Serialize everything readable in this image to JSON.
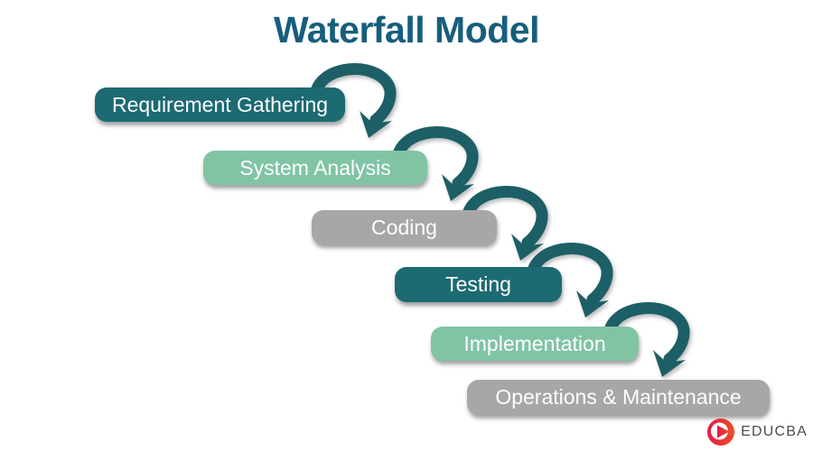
{
  "title": "Waterfall Model",
  "steps": [
    {
      "label": "Requirement Gathering",
      "variant": "dark-teal"
    },
    {
      "label": "System Analysis",
      "variant": "light-green"
    },
    {
      "label": "Coding",
      "variant": "gray"
    },
    {
      "label": "Testing",
      "variant": "dark-teal"
    },
    {
      "label": "Implementation",
      "variant": "light-green"
    },
    {
      "label": "Operations & Maintenance",
      "variant": "gray"
    }
  ],
  "arrows": {
    "count": 5,
    "description": "curved-step-down-arrow"
  },
  "brand": {
    "name": "EDUCBA",
    "icon": "educba-play-circle-icon"
  },
  "colors": {
    "title": "#165e7d",
    "dark_teal": "#1c6a72",
    "light_green": "#80c4a4",
    "gray": "#a8a7a7",
    "arrow": "#1d5f66",
    "step_text": "#fdfdfd",
    "logo_red_start": "#e31b4c",
    "logo_red_end": "#f04e23",
    "logo_text": "#4b4b4d"
  }
}
